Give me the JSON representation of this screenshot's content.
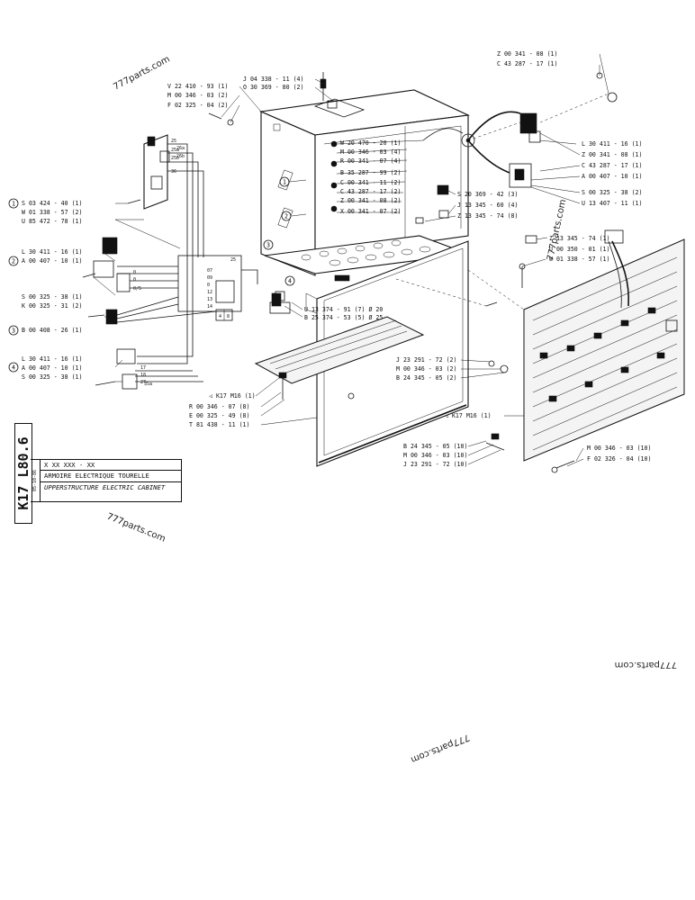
{
  "watermarks": [
    "777parts.com",
    "777parts.com",
    "777parts.com",
    "777parts.com",
    "777parts.com"
  ],
  "title_block": {
    "ref": "K17 L80.6",
    "date": "05-10-86",
    "code": "X XX XXX - XX",
    "title_fr": "ARMOIRE ELECTRIQUE TOURELLE",
    "title_en": "UPPERSTRUCTURE ELECTRIC CABINET"
  },
  "callouts": {
    "c1": "1",
    "c2": "2",
    "c3": "3",
    "c4": "4",
    "c1b": "1",
    "c2b": "2",
    "c3b": "3",
    "c4b": "4"
  },
  "left_group": [
    "S 03 424 - 40 (1)",
    "W 01 338 - 57 (2)",
    "U 85 472 - 78 (1)",
    "L 30 411 - 16 (1)",
    "A 00 407 - 10 (1)",
    "S 00 325 - 38 (1)",
    "K 00 325 - 31 (2)",
    "B 00 408 - 26 (1)",
    "L 30 411 - 16 (1)",
    "A 00 407 - 10 (1)",
    "S 00 325 - 38 (1)"
  ],
  "top_group": [
    "V 22 410 - 93 (1)",
    "M 00 346 - 03 (2)",
    "F 02 325 - 04 (2)",
    "J 04 338 - 11 (4)",
    "O 30 369 - 80 (2)"
  ],
  "inside_group": [
    "W 20 470 - 20 (1)",
    "M 00 346 - 03 (4)",
    "R 00 341 - 07 (4)",
    "B 35 287 - 99 (2)",
    "C 00 341 - 11 (2)",
    "C 43 287 - 17 (2)",
    "Z 00 341 - 08 (2)",
    "X 00 341 - 07 (2)"
  ],
  "mid_group": [
    "S 20 369 - 42 (3)",
    "J 13 345 - 60 (4)",
    "Z 13 345 - 74 (8)"
  ],
  "top_right_group": [
    "Z 00 341 - 08 (1)",
    "C 43 287 - 17 (1)"
  ],
  "right_group": [
    "L 30 411 - 16 (1)",
    "Z 00 341 - 08 (1)",
    "C 43 287 - 17 (1)",
    "A 00 407 - 10 (1)",
    "S 00 325 - 38 (2)",
    "U 13 407 - 11 (1)"
  ],
  "board_group": [
    "Z 13 345 - 74 (1)",
    "U 00 350 - 01 (1)",
    "W 01 338 - 57 (1)"
  ],
  "grommet_group": [
    "U 13 374 - 91 (7) Ø 20",
    "B 25 374 - 53 (5) Ø 25"
  ],
  "door_group": [
    "J 23 291 - 72 (2)",
    "M 00 346 - 03 (2)",
    "B 24 345 - 05 (2)"
  ],
  "bottom_left_group": [
    "◁ K17 M16 (1)",
    "R 00 346 - 07 (8)",
    "E 00 325 - 49 (8)",
    "T 81 438 - 11 (1)"
  ],
  "board_fix": "◁ K17 M16 (1)",
  "bottom_mid_group": [
    "B 24 345 - 05 (10)",
    "M 00 346 - 03 (10)",
    "J 23 291 - 72 (10)"
  ],
  "bottom_right_group": [
    "M 00 346 - 03 (10)",
    "F 02 326 - 04 (10)"
  ],
  "terminal_labels": [
    "25",
    "25a",
    "25b",
    "26a",
    "26b",
    "36",
    "07",
    "09",
    "0",
    "0",
    "0/5",
    "12",
    "13",
    "14",
    "17",
    "18",
    "27",
    "0",
    "25",
    "35a",
    "4",
    "8"
  ]
}
